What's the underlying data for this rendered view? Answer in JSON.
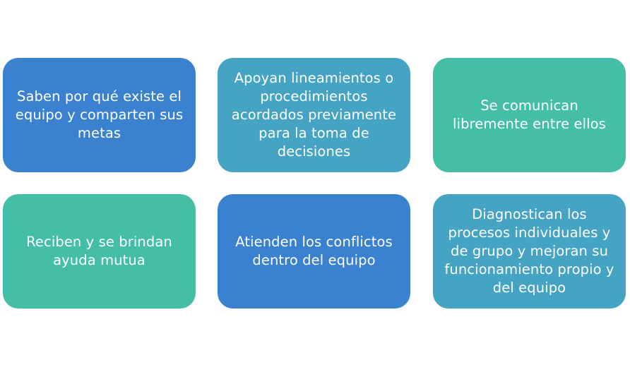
{
  "colors": {
    "blue": "#3a82d0",
    "teal_blue": "#45a3c4",
    "green": "#45bea8"
  },
  "cards": [
    {
      "text": "Saben por qué existe el equipo y comparten sus metas",
      "color": "#3a82d0"
    },
    {
      "text": "Apoyan lineamientos o procedimientos acordados previamente para la toma de decisiones",
      "color": "#45a3c4"
    },
    {
      "text": "Se comunican libremente entre ellos",
      "color": "#45bea8"
    },
    {
      "text": "Reciben y se brindan ayuda mutua",
      "color": "#45bea8"
    },
    {
      "text": "Atienden los conflictos dentro del equipo",
      "color": "#3a82d0"
    },
    {
      "text": "Diagnostican los procesos individuales y de grupo y mejoran su funcionamiento propio y del equipo",
      "color": "#45a3c4"
    }
  ]
}
